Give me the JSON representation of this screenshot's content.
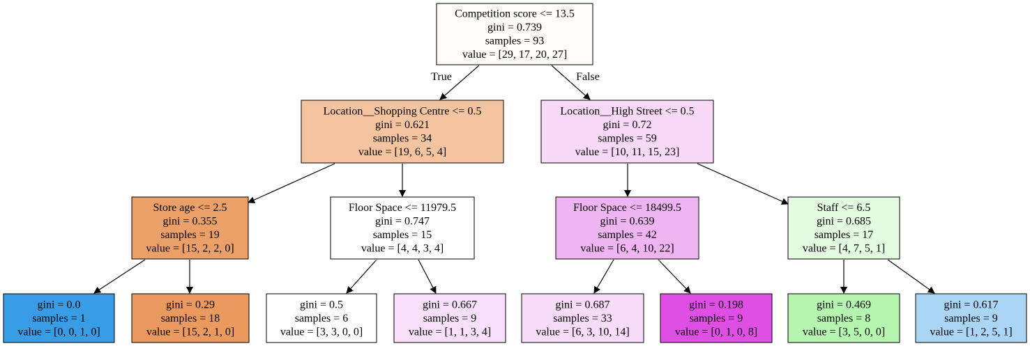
{
  "tree": {
    "nodes": [
      {
        "id": "n0",
        "lines": [
          "Competition score <= 13.5",
          "gini = 0.739",
          "samples = 93",
          "value = [29, 17, 20, 27]"
        ],
        "color": "#fffcfa"
      },
      {
        "id": "n1",
        "lines": [
          "Location__Shopping Centre <= 0.5",
          "gini = 0.621",
          "samples = 34",
          "value = [19, 6, 5, 4]"
        ],
        "color": "#f3c49f"
      },
      {
        "id": "n2",
        "lines": [
          "Location__High Street <= 0.5",
          "gini = 0.72",
          "samples = 59",
          "value = [10, 11, 15, 23]"
        ],
        "color": "#f8d9f8"
      },
      {
        "id": "n3",
        "lines": [
          "Store age <= 2.5",
          "gini = 0.355",
          "samples = 19",
          "value = [15, 2, 2, 0]"
        ],
        "color": "#eba069"
      },
      {
        "id": "n4",
        "lines": [
          "Floor Space <= 11979.5",
          "gini = 0.747",
          "samples = 15",
          "value = [4, 4, 3, 4]"
        ],
        "color": "#ffffff"
      },
      {
        "id": "n5",
        "lines": [
          "Floor Space <= 18499.5",
          "gini = 0.639",
          "samples = 42",
          "value = [6, 4, 10, 22]"
        ],
        "color": "#efb4f2"
      },
      {
        "id": "n6",
        "lines": [
          "Staff <= 6.5",
          "gini = 0.685",
          "samples = 17",
          "value = [4, 7, 5, 1]"
        ],
        "color": "#e3fbe0"
      },
      {
        "id": "n7",
        "lines": [
          "gini = 0.0",
          "samples = 1",
          "value = [0, 0, 1, 0]"
        ],
        "color": "#399de5"
      },
      {
        "id": "n8",
        "lines": [
          "gini = 0.29",
          "samples = 18",
          "value = [15, 2, 1, 0]"
        ],
        "color": "#ea995f"
      },
      {
        "id": "n9",
        "lines": [
          "gini = 0.5",
          "samples = 6",
          "value = [3, 3, 0, 0]"
        ],
        "color": "#ffffff"
      },
      {
        "id": "n10",
        "lines": [
          "gini = 0.667",
          "samples = 9",
          "value = [1, 1, 3, 4]"
        ],
        "color": "#f9e0fa"
      },
      {
        "id": "n11",
        "lines": [
          "gini = 0.687",
          "samples = 33",
          "value = [6, 3, 10, 14]"
        ],
        "color": "#f9dcf9"
      },
      {
        "id": "n12",
        "lines": [
          "gini = 0.198",
          "samples = 9",
          "value = [0, 1, 0, 8]"
        ],
        "color": "#df4fe6"
      },
      {
        "id": "n13",
        "lines": [
          "gini = 0.469",
          "samples = 8",
          "value = [3, 5, 0, 0]"
        ],
        "color": "#b5f5b0"
      },
      {
        "id": "n14",
        "lines": [
          "gini = 0.617",
          "samples = 9",
          "value = [1, 2, 5, 1]"
        ],
        "color": "#aad5f4"
      }
    ],
    "edges": [
      {
        "from": "n0",
        "to": "n1",
        "label": "True"
      },
      {
        "from": "n0",
        "to": "n2",
        "label": "False"
      },
      {
        "from": "n1",
        "to": "n3",
        "label": ""
      },
      {
        "from": "n1",
        "to": "n4",
        "label": ""
      },
      {
        "from": "n2",
        "to": "n5",
        "label": ""
      },
      {
        "from": "n2",
        "to": "n6",
        "label": ""
      },
      {
        "from": "n3",
        "to": "n7",
        "label": ""
      },
      {
        "from": "n3",
        "to": "n8",
        "label": ""
      },
      {
        "from": "n4",
        "to": "n9",
        "label": ""
      },
      {
        "from": "n4",
        "to": "n10",
        "label": ""
      },
      {
        "from": "n5",
        "to": "n11",
        "label": ""
      },
      {
        "from": "n5",
        "to": "n12",
        "label": ""
      },
      {
        "from": "n6",
        "to": "n13",
        "label": ""
      },
      {
        "from": "n6",
        "to": "n14",
        "label": ""
      }
    ]
  }
}
